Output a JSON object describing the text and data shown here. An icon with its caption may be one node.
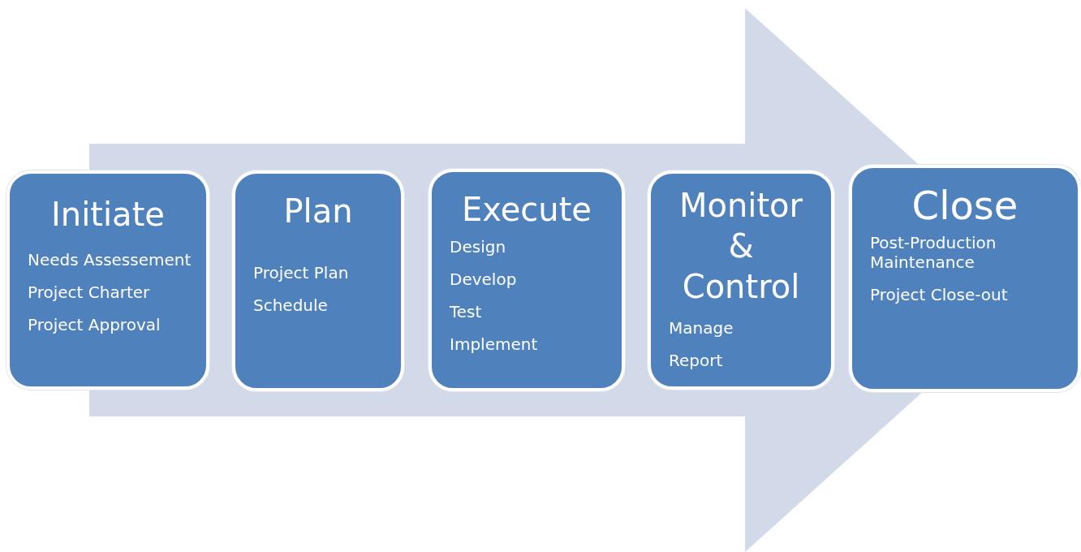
{
  "diagram": {
    "nodes": [
      {
        "text": [
          "Initiate",
          "Needs Assessement",
          "Project Charter",
          "Project Approval"
        ]
      },
      {
        "text": [
          "Plan",
          "Project Plan",
          "Schedule"
        ]
      },
      {
        "text": [
          "Execute",
          "Design",
          "Develop",
          "Test",
          "Implement"
        ]
      },
      {
        "text": [
          "Monitor & Control",
          "Manage",
          "Report"
        ]
      },
      {
        "text": [
          "Close",
          "Post-Production Maintenance",
          "Project Close-out"
        ]
      }
    ],
    "edges": [
      {
        "from": 0,
        "to": 4,
        "arrow": "to"
      }
    ]
  }
}
